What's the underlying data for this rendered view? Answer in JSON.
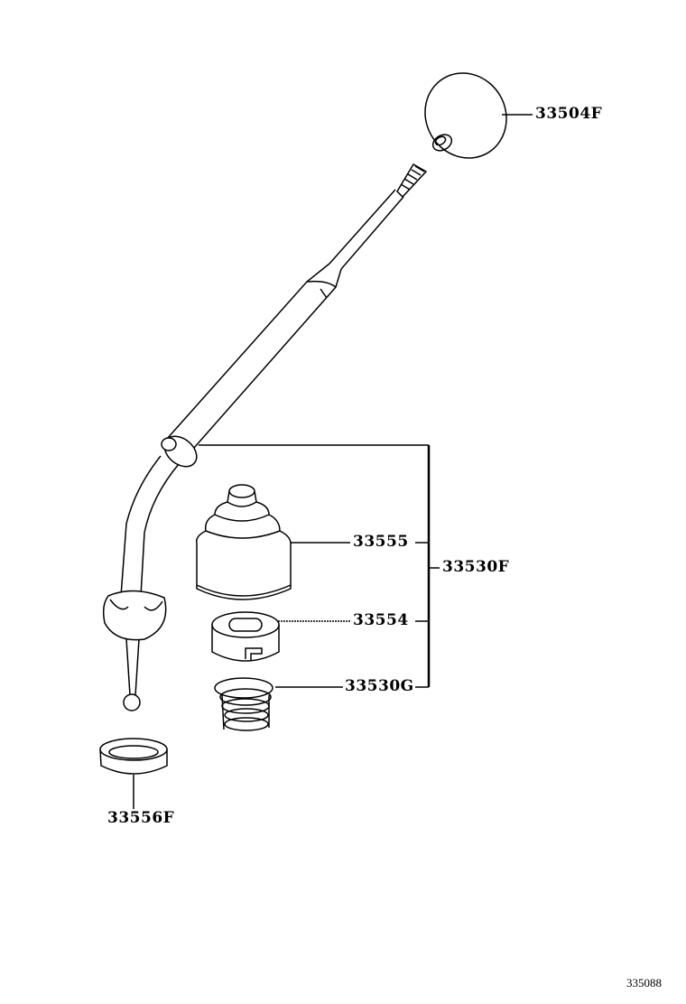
{
  "diagram_id": "335088",
  "parts": [
    {
      "number": "33504F"
    },
    {
      "number": "33530F"
    },
    {
      "number": "33555"
    },
    {
      "number": "33554"
    },
    {
      "number": "33530G"
    },
    {
      "number": "33556F"
    }
  ],
  "colors": {
    "line": "#000000",
    "background": "#ffffff"
  }
}
